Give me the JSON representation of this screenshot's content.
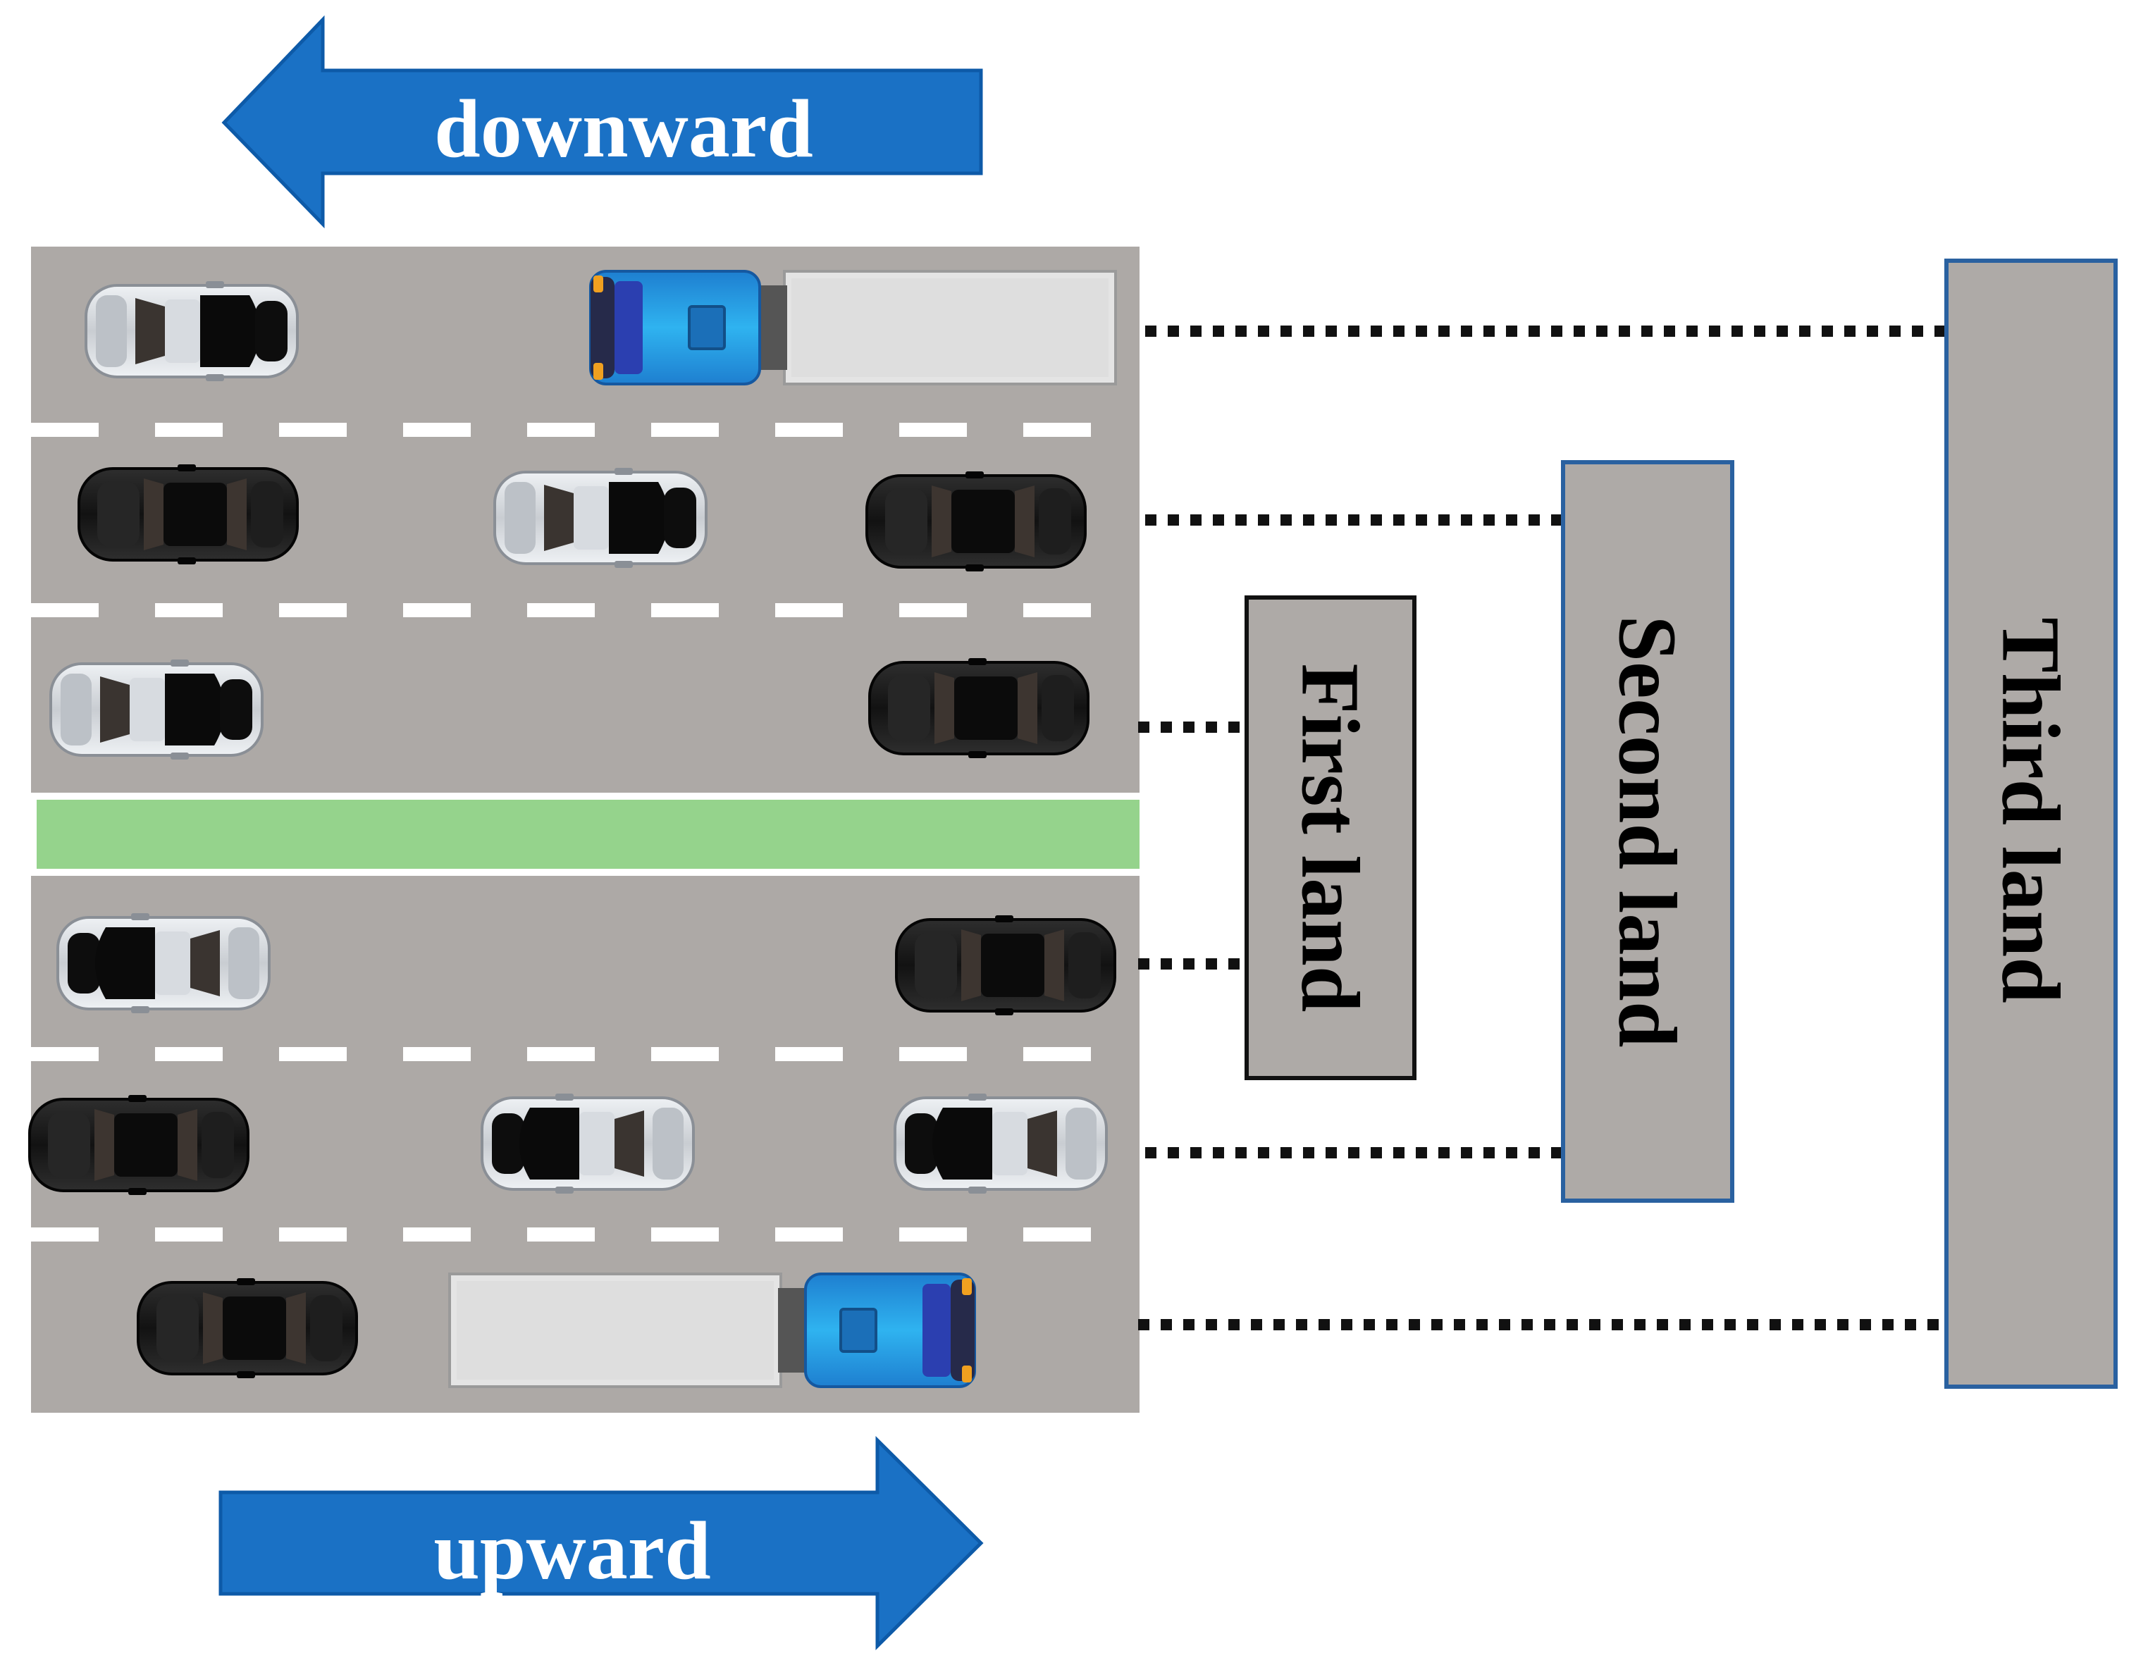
{
  "arrows": {
    "downward_label": "downward",
    "upward_label": "upward"
  },
  "land_boxes": {
    "first_label": "First land",
    "second_label": "Second land",
    "third_label": "Third land"
  },
  "colors": {
    "arrow_fill": "#1a71c5",
    "arrow_stroke": "#0d5aa8",
    "road": "#ada9a6",
    "median": "#95d38c",
    "lane_marking": "#ffffff",
    "land_box_fill": "#aeaaa7",
    "first_box_border": "#111111",
    "second_third_box_border": "#2a61a0",
    "dotted_line": "#111111",
    "truck_cab": "#2aa4e8",
    "truck_trailer": "#e3e3e3",
    "car_dark": "#1a1a1a",
    "car_silver": "#d2d6da"
  }
}
